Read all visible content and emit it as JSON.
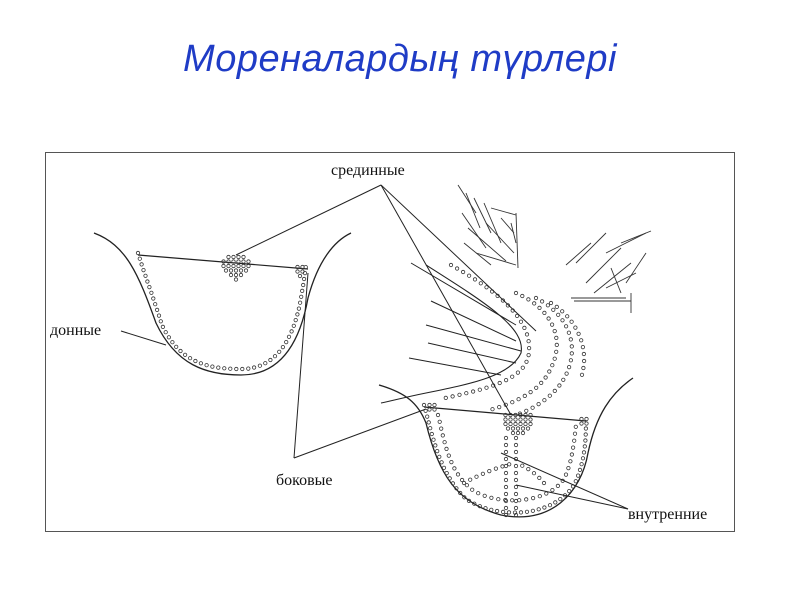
{
  "title": "Мореналардың түрлері",
  "diagram": {
    "labels": {
      "medial": "срединные",
      "ground": "донные",
      "lateral": "боковые",
      "internal": "внутренние"
    },
    "colors": {
      "title": "#1f3cc6",
      "line": "#222222",
      "dots": "#333333"
    }
  }
}
